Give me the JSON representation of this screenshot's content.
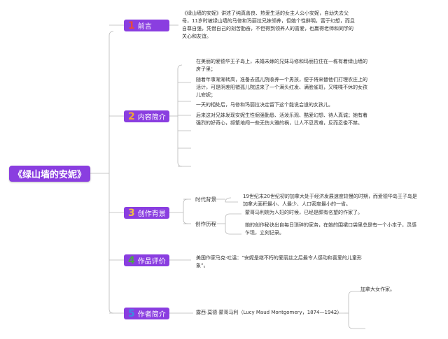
{
  "root": {
    "title": "《绿山墙的安妮》"
  },
  "branches": [
    {
      "num": "1",
      "num_color": "#e84a3c",
      "label": "前言"
    },
    {
      "num": "2",
      "num_color": "#f0a830",
      "label": "内容简介"
    },
    {
      "num": "3",
      "num_color": "#f0c040",
      "label": "创作背景"
    },
    {
      "num": "4",
      "num_color": "#4aaa40",
      "label": "作品评价"
    },
    {
      "num": "5",
      "num_color": "#3a8ee0",
      "label": "作者简介"
    }
  ],
  "preface": {
    "lines": [
      "《绿山墙的安妮》讲述了纯真善良、热爱生活的女主人公小安妮，自幼失去父",
      "母，11岁时被绿山墙的马修和玛丽拉兄妹领养，但她个性鲜明，富于幻想，而且",
      "自尊自强，凭借自己的刻苦勤奋，不但得到领养人的喜爱，也赢得老师和同学的",
      "关心和友谊。"
    ]
  },
  "summary": {
    "items": [
      {
        "lines": [
          "在美丽的爱德华王子岛上，未婚未嫁的兄妹马修和玛丽拉住在一栋有着绿山墙的",
          "房子里；"
        ]
      },
      {
        "lines": [
          "随着年事渐渐转高，准备去孤儿院收养一个男孩，便于将来替他们打理农庄上的",
          "活计，可是阴差阳错孤儿院送来了一个满头红发、满脸雀斑，又喋喋不休的女孩",
          "儿安妮；"
        ]
      },
      {
        "lines": [
          "一天的相处后，马修和玛丽拉决定留下这个能说会道的女孩儿。"
        ]
      },
      {
        "lines": [
          "后来这对兄妹发现安妮生性倔强勤恳、活泼乐观、酷爱幻想、待人真诚；她有着",
          "强烈的好奇心，频繁地闯一些无伤大雅的祸，让人不忍责难，反而忍俊不禁。"
        ]
      }
    ]
  },
  "background": {
    "era_label": "时代背景",
    "era_lines": [
      "19世纪末20世纪初的加拿大处于经济发展速度较慢的时期，而爱德华岛王子岛是",
      "加拿大面积最小、人最少、人口密度最小的一省。"
    ],
    "process_label": "创作历程",
    "process_items": [
      {
        "lines": [
          "蒙哥马利婉为人妇的时候，已经是颇有名望的作家了。"
        ]
      },
      {
        "lines": [
          "她的创作秘诀出自每日琐碎的家务，在她的围裙口袋里总是有一个小本子，灵感",
          "乍现，立刻记录。"
        ]
      }
    ]
  },
  "evaluation": {
    "lines": [
      "美国作家马克·吐温：“安妮是继不朽的爱丽丝之后最令人感动和喜爱的儿童形",
      "象”。"
    ]
  },
  "author": {
    "name_line": "露西·莫德·蒙哥马利（Lucy Maud Montgomery，1874—1942）",
    "detail": "加拿大女作家。"
  }
}
